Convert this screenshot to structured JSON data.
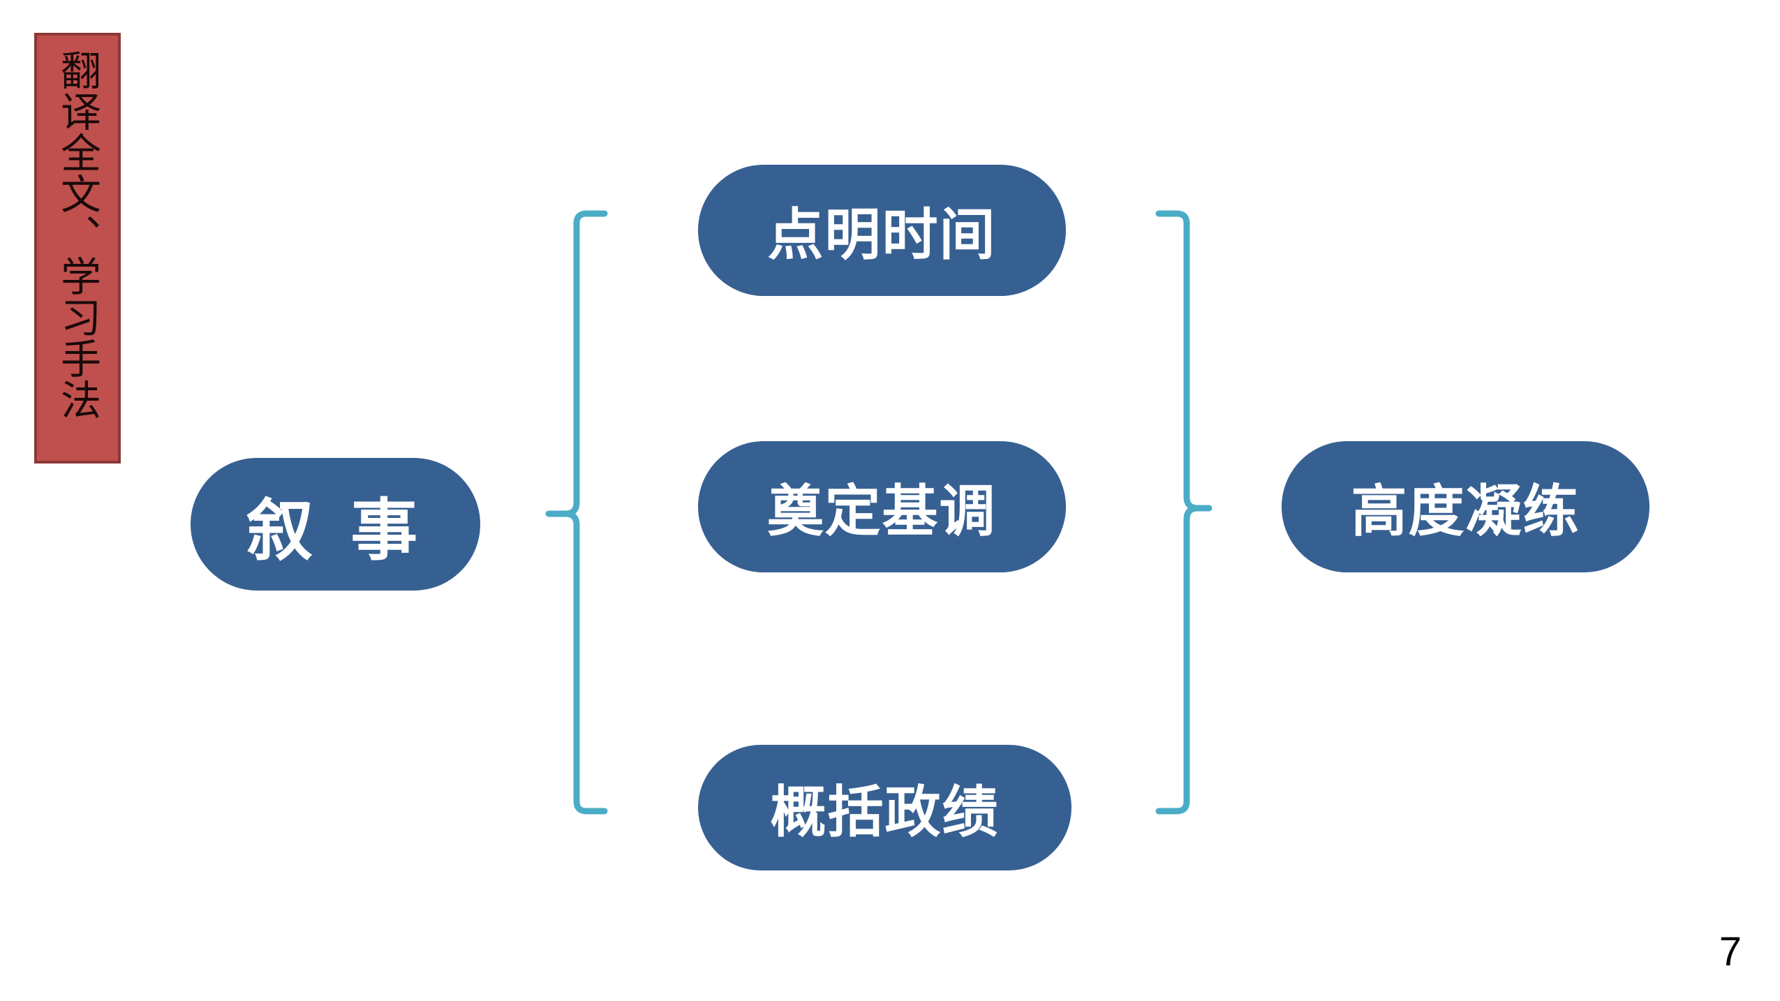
{
  "side_label": "翻译全文、学习手法",
  "nodes": {
    "root": "叙 事",
    "branches": [
      "点明时间",
      "奠定基调",
      "概括政绩"
    ],
    "result": "高度凝练"
  },
  "page_number": "7",
  "colors": {
    "node_fill": "#376092",
    "bracket": "#4bacc6",
    "side_label_fill": "#c0504d"
  }
}
